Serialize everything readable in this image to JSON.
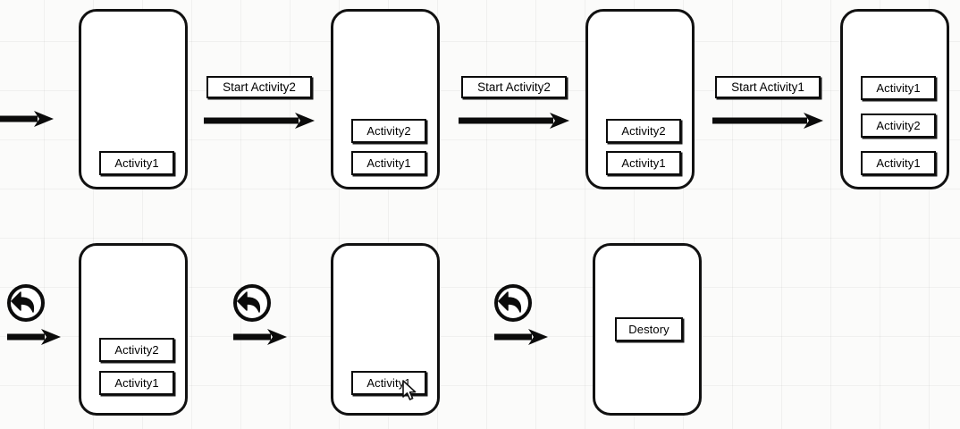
{
  "diagram": {
    "title": "Android Activity launch mode / back stack diagram",
    "background_color": "#fbfbfa",
    "stroke_color": "#0b0b0b",
    "fill_color": "#ffffff",
    "grid_size": 55
  },
  "rows": [
    {
      "id": "top-row",
      "steps": [
        {
          "label": "Start Activity2"
        },
        {
          "label": "Start Activity2"
        },
        {
          "label": "Start Activity1"
        }
      ],
      "phones": [
        {
          "id": "phone-1",
          "stack": [
            "Activity1"
          ],
          "align": "bottom"
        },
        {
          "id": "phone-2",
          "stack": [
            "Activity2",
            "Activity1"
          ],
          "align": "bottom"
        },
        {
          "id": "phone-3",
          "stack": [
            "Activity2",
            "Activity1"
          ],
          "align": "bottom"
        },
        {
          "id": "phone-4",
          "stack": [
            "Activity1",
            "Activity2",
            "Activity1"
          ],
          "align": "bottom"
        }
      ]
    },
    {
      "id": "bottom-row",
      "steps": [
        {
          "label": "back"
        },
        {
          "label": "back"
        },
        {
          "label": "back"
        }
      ],
      "phones": [
        {
          "id": "phone-5",
          "stack": [
            "Activity2",
            "Activity1"
          ],
          "align": "bottom"
        },
        {
          "id": "phone-6",
          "stack": [
            "Activity1"
          ],
          "align": "bottom"
        },
        {
          "id": "phone-7",
          "stack": [
            "Destory"
          ],
          "align": "middle"
        }
      ]
    }
  ],
  "labels": {
    "start_activity2_a": "Start Activity2",
    "start_activity2_b": "Start Activity2",
    "start_activity1": "Start Activity1"
  },
  "phone1": {
    "box1": "Activity1"
  },
  "phone2": {
    "box1": "Activity2",
    "box2": "Activity1"
  },
  "phone3": {
    "box1": "Activity2",
    "box2": "Activity1"
  },
  "phone4": {
    "box1": "Activity1",
    "box2": "Activity2",
    "box3": "Activity1"
  },
  "phone5": {
    "box1": "Activity2",
    "box2": "Activity1"
  },
  "phone6": {
    "box1": "Activity1"
  },
  "phone7": {
    "box1": "Destory"
  },
  "icons": {
    "back": "back-arrow-circle-icon",
    "forward": "right-arrow-icon",
    "cursor": "mouse-pointer-icon"
  }
}
